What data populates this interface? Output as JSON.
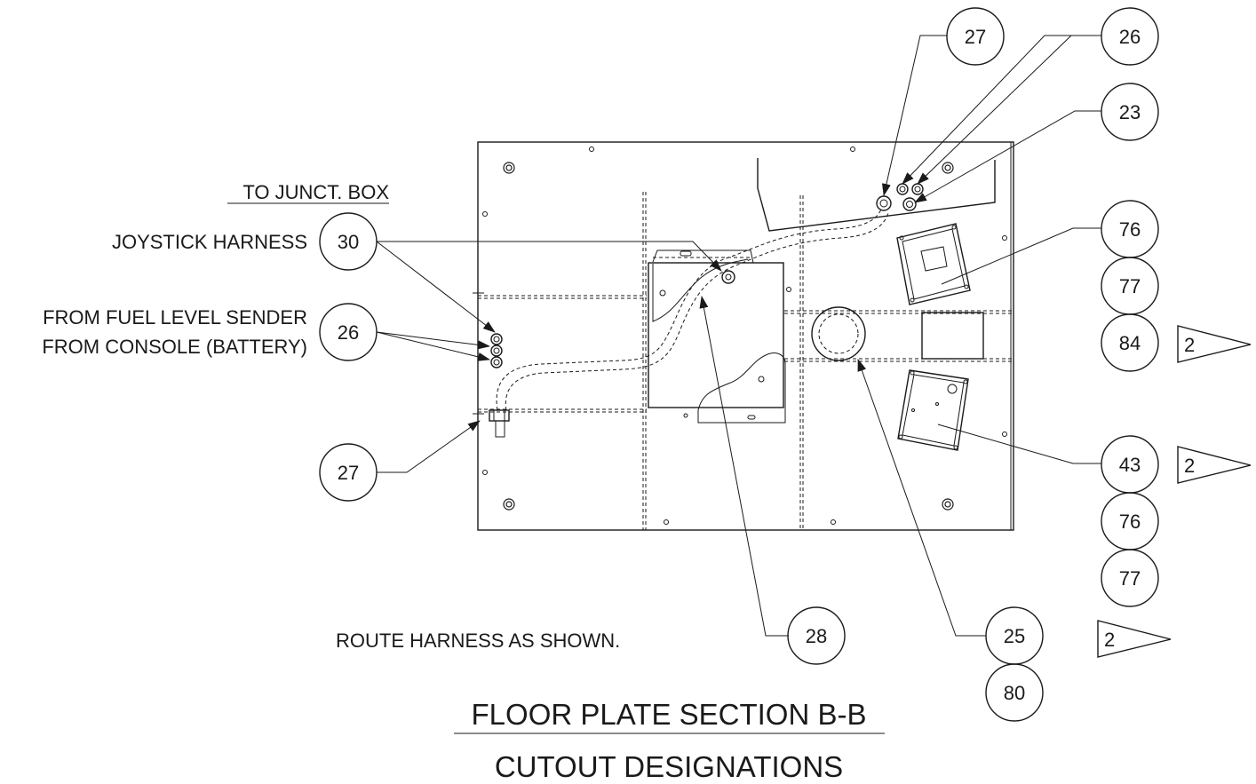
{
  "notes": {
    "to_junct_box": "TO JUNCT. BOX",
    "joystick_harness": "JOYSTICK HARNESS",
    "from_fuel_level_sender": "FROM FUEL LEVEL SENDER",
    "from_console_battery": "FROM CONSOLE (BATTERY)",
    "route_harness": "ROUTE HARNESS AS SHOWN."
  },
  "titles": {
    "main": "FLOOR PLATE SECTION B-B",
    "sub": "CUTOUT DESIGNATIONS"
  },
  "bubbles": {
    "b27_top": "27",
    "b26_top": "26",
    "b23": "23",
    "b76_a": "76",
    "b77_a": "77",
    "b84": "84",
    "b30": "30",
    "b26_left": "26",
    "b27_left": "27",
    "b43": "43",
    "b76_b": "76",
    "b77_b": "77",
    "b28": "28",
    "b25": "25",
    "b80": "80"
  },
  "flags": {
    "f1": "2",
    "f2": "2",
    "f3": "2"
  }
}
